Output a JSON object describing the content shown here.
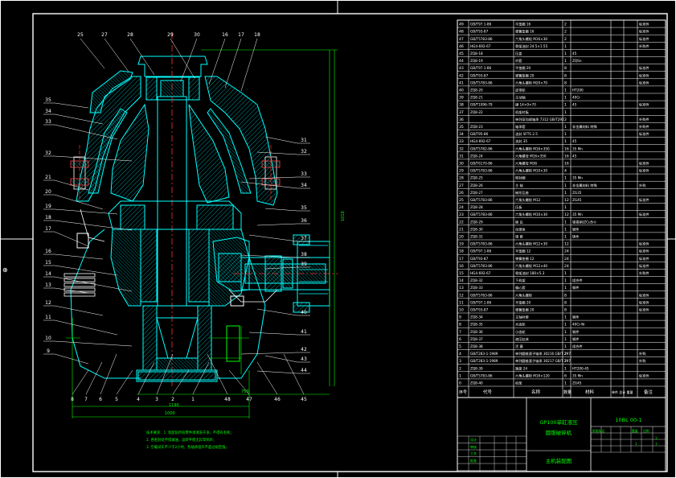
{
  "drawing": {
    "title_line1": "GP100单缸液压",
    "title_line2": "圆锥破碎机",
    "subtitle": "主机装配图",
    "drawing_no": "10BL 00-1",
    "scale": "1:",
    "sheet": "1",
    "sheets_total": "1"
  },
  "bom_header": {
    "no": "序号",
    "code": "代号",
    "name": "名称",
    "qty": "数量",
    "material": "材料",
    "weight": "单件 总计 重量",
    "remark": "备注"
  },
  "bom_rows": [
    {
      "no": "49",
      "code": "GB/T97.1-86",
      "name": "平垫圈 16",
      "qty": "2",
      "remark": "标准件"
    },
    {
      "no": "48",
      "code": "GB/T93-87",
      "name": "弹簧垫圈 16",
      "qty": "2",
      "remark": "标准件"
    },
    {
      "no": "47",
      "code": "GB/T5783-86",
      "name": "六角头螺栓 M16×30",
      "qty": "2",
      "remark": "标准件"
    },
    {
      "no": "46",
      "code": "HG4-692-67",
      "name": "骨架油封 24.5×1.55",
      "qty": "1",
      "remark": "外购件"
    },
    {
      "no": "45",
      "code": "ZQ8-18",
      "name": "压盖",
      "qty": "1",
      "material": "45",
      "remark": ""
    },
    {
      "no": "44",
      "code": "ZQ8-19",
      "name": "衬套",
      "qty": "1",
      "material": "ZQSn",
      "remark": ""
    },
    {
      "no": "43",
      "code": "GB/T97.1-86",
      "name": "平垫圈 20",
      "qty": "8",
      "remark": "标准件"
    },
    {
      "no": "42",
      "code": "GB/T93-87",
      "name": "弹簧垫圈 20",
      "qty": "8",
      "remark": "标准件"
    },
    {
      "no": "41",
      "code": "GB/T5783-86",
      "name": "六角头螺栓 M20×70",
      "qty": "8",
      "remark": "标准件"
    },
    {
      "no": "40",
      "code": "ZQ8-20",
      "name": "皮带轮",
      "qty": "1",
      "material": "HT200",
      "remark": ""
    },
    {
      "no": "39",
      "code": "ZQ8-21",
      "name": "主动轴",
      "qty": "1",
      "material": "40Cr",
      "remark": ""
    },
    {
      "no": "38",
      "code": "GB/T1096-79",
      "name": "键 14×9×70",
      "qty": "1",
      "material": "45",
      "remark": "标准件"
    },
    {
      "no": "37",
      "code": "ZQ8-22",
      "name": "机架衬板",
      "qty": "1",
      "material": "",
      "remark": ""
    },
    {
      "no": "36",
      "code": "",
      "name": "单列深沟球轴承 7312 GB/T292",
      "qty": "2",
      "remark": "外购件"
    },
    {
      "no": "35",
      "code": "ZQ8-23",
      "name": "轴承套",
      "qty": "1",
      "material": "非金属材料 特殊",
      "remark": "外购件"
    },
    {
      "no": "34",
      "code": "GB/T95-86",
      "name": "油封 SFTS 2.5",
      "qty": "1",
      "remark": "标准件"
    },
    {
      "no": "33",
      "code": "HG4-692-67",
      "name": "油封 35",
      "qty": "1",
      "material": "45",
      "remark": ""
    },
    {
      "no": "32",
      "code": "GB/T5782-86",
      "name": "六角头螺栓 M16×350",
      "qty": "16",
      "material": "35 Mn",
      "remark": ""
    },
    {
      "no": "31",
      "code": "ZQ8-24",
      "name": "六角螺母 M16×350",
      "qty": "16",
      "material": "45",
      "remark": ""
    },
    {
      "no": "30",
      "code": "GB/T6170-86",
      "name": "六角螺母 M36",
      "qty": "16",
      "remark": "标准件"
    },
    {
      "no": "29",
      "code": "GB/T5783-86",
      "name": "六角头螺栓 M10×30",
      "qty": "4",
      "remark": "标准件"
    },
    {
      "no": "28",
      "code": "ZQ8-25",
      "name": "密封圈",
      "qty": "1",
      "material": "35 Mn",
      "remark": ""
    },
    {
      "no": "27",
      "code": "ZQ8-26",
      "name": "主 轴",
      "qty": "1",
      "material": "非金属材料 特殊",
      "remark": "外购"
    },
    {
      "no": "26",
      "code": "ZQ8-27",
      "name": "碗形瓦座",
      "qty": "1",
      "material": "ZG35",
      "remark": ""
    },
    {
      "no": "25",
      "code": "GB/T5783-86",
      "name": "六角头螺栓 M12",
      "qty": "12",
      "material": "ZG45",
      "remark": "标准件"
    },
    {
      "no": "24",
      "code": "ZQ8-28",
      "name": "压板",
      "qty": "1",
      "material": "",
      "remark": ""
    },
    {
      "no": "23",
      "code": "GB/T5783-86",
      "name": "六角头螺栓 M10×30",
      "qty": "12",
      "material": "35 Mn",
      "remark": "标准件"
    },
    {
      "no": "22",
      "code": "ZQ8-29",
      "name": "碗 瓦",
      "qty": "1",
      "material": "锡青铜(ZCuSn)",
      "remark": ""
    },
    {
      "no": "21",
      "code": "ZQ8-30",
      "name": "动锥体",
      "qty": "1",
      "material": "钢件",
      "remark": ""
    },
    {
      "no": "20",
      "code": "ZQ8-31",
      "name": "锥 套",
      "qty": "1",
      "material": "铸件",
      "remark": ""
    },
    {
      "no": "19",
      "code": "GB/T5783-86",
      "name": "六角头螺栓 M12×30",
      "qty": "12",
      "remark": "标准件"
    },
    {
      "no": "18",
      "code": "GB/T97.1-86",
      "name": "平垫圈 12",
      "qty": "24",
      "remark": "标准件"
    },
    {
      "no": "17",
      "code": "GB/T93-87",
      "name": "弹簧垫圈 12",
      "qty": "24",
      "remark": "标准件"
    },
    {
      "no": "16",
      "code": "GB/T5783-86",
      "name": "六角头螺栓 M12×40",
      "qty": "24",
      "remark": "标准件"
    },
    {
      "no": "15",
      "code": "HG4-692-67",
      "name": "骨架油封 180×5.3",
      "qty": "1",
      "remark": "外购件"
    },
    {
      "no": "14",
      "code": "ZQ8-32",
      "name": "下机架",
      "qty": "1",
      "material": "组合件",
      "remark": ""
    },
    {
      "no": "13",
      "code": "ZQ8-33",
      "name": "偏心套",
      "qty": "1",
      "material": "钢件",
      "remark": ""
    },
    {
      "no": "12",
      "code": "GB/T5783-86",
      "name": "六角头螺栓",
      "qty": "8",
      "remark": "标准件"
    },
    {
      "no": "11",
      "code": "GB/T97.1-86",
      "name": "平垫圈 20",
      "qty": "8",
      "remark": "标准件"
    },
    {
      "no": "10",
      "code": "GB/T93-87",
      "name": "弹簧垫圈 20",
      "qty": "8",
      "remark": "标准件"
    },
    {
      "no": "9",
      "code": "ZQ8-34",
      "name": "主轴衬套",
      "qty": "1",
      "material": "钢件",
      "remark": ""
    },
    {
      "no": "8",
      "code": "ZQ8-35",
      "name": "大齿轮",
      "qty": "1",
      "material": "40Cr-Ni",
      "remark": ""
    },
    {
      "no": "7",
      "code": "ZQ8-36",
      "name": "小齿轮",
      "qty": "1",
      "material": "钢件",
      "remark": ""
    },
    {
      "no": "6",
      "code": "ZQ8-37",
      "name": "液压缸体",
      "qty": "1",
      "material": "钢件",
      "remark": ""
    },
    {
      "no": "5",
      "code": "ZQ8-38",
      "name": "活 塞",
      "qty": "1",
      "material": "组合件",
      "remark": ""
    },
    {
      "no": "4",
      "code": "GB/T283-1-1989",
      "name": "单列圆锥滚子轴承 30216 GB/T 297",
      "qty": "2",
      "remark": "外购"
    },
    {
      "no": "3",
      "code": "GB/T283-1-1989",
      "name": "单列圆锥滚子轴承 30217 GB/T 297",
      "qty": "2",
      "remark": "外购"
    },
    {
      "no": "2",
      "code": "ZQ8-39",
      "name": "端盖 24",
      "qty": "1",
      "material": "HT200-45",
      "remark": ""
    },
    {
      "no": "1",
      "code": "GB/T5783-86",
      "name": "六角头螺栓 M16×120",
      "qty": "6",
      "material": "35 Mn",
      "remark": "标准件"
    },
    {
      "no": "0",
      "code": "ZQ8-40",
      "name": "机架",
      "qty": "1",
      "material": "ZG45",
      "remark": ""
    }
  ],
  "notes": [
    "技术要求：1. 装配前所有零件须清洗干净，不得有毛刺；",
    "2. 各密封处不得漏油，运转平稳无异常响声；",
    "3. 空载试车不少于2小时，各轴承温升不超过规定值。"
  ],
  "title_block": {
    "design": "设计",
    "check": "审核",
    "process": "工艺",
    "approve": "批准",
    "stage": "阶段标记",
    "weight": "重量",
    "ratio": "比例"
  },
  "dimensions": {
    "overall_width": "1000",
    "base_width": "750",
    "bottom_width": "1190",
    "height": "1010"
  },
  "balloons_top": [
    "25",
    "27",
    "28",
    "29",
    "30",
    "16",
    "17",
    "18"
  ],
  "balloons_left": [
    "35",
    "34",
    "33",
    "32",
    "21",
    "20",
    "19",
    "18",
    "17",
    "16",
    "15",
    "14",
    "13",
    "12",
    "11",
    "10",
    "9"
  ],
  "balloons_right": [
    "31",
    "32",
    "33",
    "34",
    "35",
    "36",
    "37",
    "38",
    "39",
    "40",
    "41",
    "42",
    "43",
    "44"
  ],
  "balloons_bottom": [
    "8",
    "7",
    "6",
    "5",
    "4",
    "3",
    "2",
    "1",
    "48",
    "47",
    "46",
    "45"
  ],
  "colors": {
    "background": "#000000",
    "frame": "#ffffff",
    "section": "#00ffff",
    "hatch": "#00d7d7",
    "center_line": "#ff3030",
    "dimension": "#00ff00",
    "text_green": "#00ff00",
    "leader": "#ffffff",
    "title_text": "#00ff00",
    "table_line": "#ffffff"
  }
}
